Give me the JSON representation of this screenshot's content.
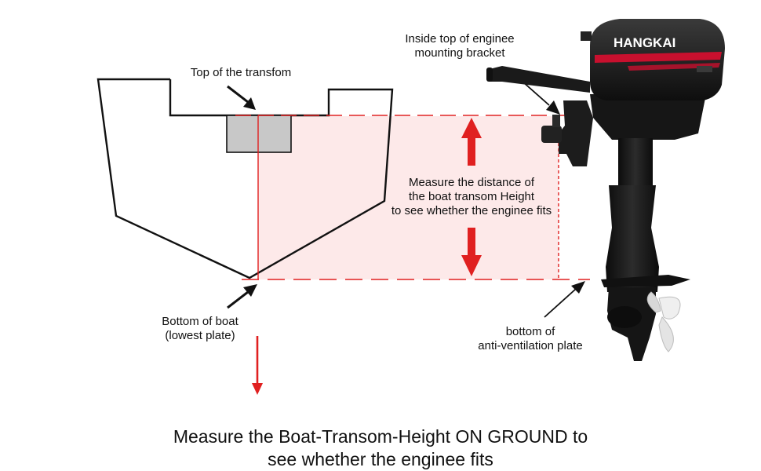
{
  "labels": {
    "top_of_transom": "Top of the transfom",
    "inside_top_bracket_line1": "Inside top of enginee",
    "inside_top_bracket_line2": "mounting bracket",
    "measure_line1": "Measure the distance of",
    "measure_line2": "the boat transom  Height",
    "measure_line3": "to see whether the enginee fits",
    "bottom_of_boat_line1": "Bottom of boat",
    "bottom_of_boat_line2": "(lowest plate)",
    "bottom_plate_line1": "bottom of",
    "bottom_plate_line2": "anti-ventilation plate"
  },
  "engine": {
    "brand": "HANGKAI"
  },
  "caption": {
    "line1": "Measure the Boat-Transom-Height  ON GROUND to",
    "line2": "see whether the enginee fits"
  },
  "colors": {
    "guide_red": "#e02020",
    "shade_pink": "#fde9e9",
    "transom_gray": "#c8c8c8",
    "engine_black": "#1a1a1a",
    "brand_red": "#c8102e"
  }
}
